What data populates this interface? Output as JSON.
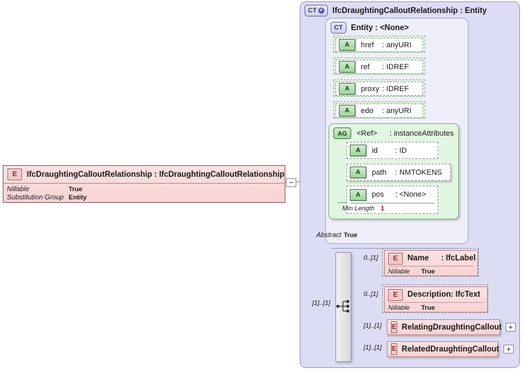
{
  "diagram": {
    "kind": "xsd-schema-diagram",
    "colors": {
      "element_fill": "#f8d3d3",
      "element_border": "#bf8c8c",
      "complextype_fill": "#dcdcf5",
      "complextype_inner_fill": "#eeeefb",
      "attribute_fill": "#e2f7e2",
      "attribute_border": "#86b386",
      "constraint_value": "#c00000",
      "connector": "#7f7f9a",
      "canvas": "#ffffff"
    }
  },
  "root_element": {
    "badge": "E",
    "badge_name": "element-badge",
    "name": "IfcDraughtingCalloutRelationship",
    "separator": ":",
    "type": "IfcDraughtingCalloutRelationship",
    "title": "IfcDraughtingCalloutRelationship : IfcDraughtingCalloutRelationship",
    "properties": [
      {
        "key": "Nillable",
        "value": "True"
      },
      {
        "key": "Substitution Group",
        "value": "Entity"
      }
    ],
    "toggle": "−"
  },
  "complex_type": {
    "badge": "CT",
    "badge_plus": "+",
    "name": "IfcDraughtingCalloutRelationship",
    "separator": ":",
    "type": "Entity",
    "title": "IfcDraughtingCalloutRelationship : Entity"
  },
  "entity_type": {
    "badge": "CT",
    "name": "Entity",
    "separator": ":",
    "type": "<None>",
    "title": "Entity    : <None>",
    "abstract": {
      "key": "Abstract",
      "value": "True"
    }
  },
  "attributes": [
    {
      "badge": "A",
      "name": "href",
      "type": ": anyURI"
    },
    {
      "badge": "A",
      "name": "ref",
      "type": ": IDREF"
    },
    {
      "badge": "A",
      "name": "proxy",
      "type": ": IDREF"
    },
    {
      "badge": "A",
      "name": "edo",
      "type": ": anyURI"
    }
  ],
  "attribute_group": {
    "badge": "AG",
    "name": "<Ref>",
    "type": ": instanceAttributes",
    "attributes": [
      {
        "badge": "A",
        "name": "id",
        "type": ": ID"
      },
      {
        "badge": "A",
        "name": "path",
        "type": ": NMTOKENS"
      },
      {
        "badge": "A",
        "name": "pos",
        "type": ": <None>"
      }
    ],
    "facet": {
      "key": "Min Length",
      "value": "1"
    }
  },
  "compositor": {
    "kind": "sequence",
    "icon": "sequence-icon",
    "cardinality": "[1]..[1]"
  },
  "child_elements": [
    {
      "badge": "E",
      "name": "Name",
      "type": ": IfcLabel",
      "cardinality": "0..[1]",
      "properties": [
        {
          "key": "Nillable",
          "value": "True"
        }
      ],
      "expandable": false,
      "toggle": ""
    },
    {
      "badge": "E",
      "name": "Description",
      "type": ": IfcText",
      "cardinality": "0..[1]",
      "properties": [
        {
          "key": "Nillable",
          "value": "True"
        }
      ],
      "expandable": false,
      "toggle": ""
    },
    {
      "badge": "E",
      "name": "RelatingDraughtingCallout",
      "type": "",
      "cardinality": "[1]..[1]",
      "properties": [],
      "expandable": true,
      "toggle": "+"
    },
    {
      "badge": "E",
      "name": "RelatedDraughtingCallout",
      "type": "",
      "cardinality": "[1]..[1]",
      "properties": [],
      "expandable": true,
      "toggle": "+"
    }
  ]
}
